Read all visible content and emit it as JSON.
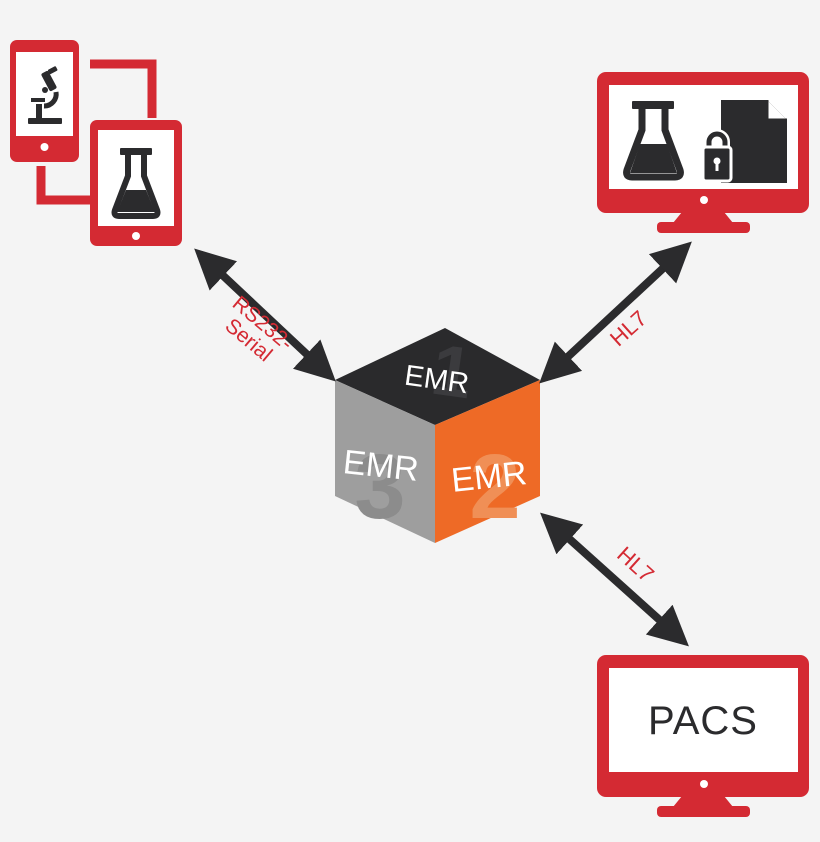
{
  "colors": {
    "background": "#f4f4f4",
    "device_red": "#d42a33",
    "icon_dark": "#2b2b2d",
    "screen_white": "#ffffff",
    "cube_top": "#2a2a2c",
    "cube_left": "#9e9e9e",
    "cube_right": "#ee6a26",
    "label_red": "#d42a33"
  },
  "cube": {
    "top_label": "EMR",
    "left_label": "EMR",
    "right_label": "EMR",
    "top_watermark": "1",
    "left_watermark": "3",
    "right_watermark": "2"
  },
  "devices": {
    "lab_mobile": {
      "phone_icon": "microscope-icon",
      "tablet_icon": "flask-icon"
    },
    "lab_monitor": {
      "icons": [
        "flask-icon",
        "locked-document-icon"
      ]
    },
    "pacs_monitor": {
      "label": "PACS"
    }
  },
  "connections": {
    "lab_mobile": {
      "label_line1": "RS232-",
      "label_line2": "Serial"
    },
    "lab_monitor": {
      "label": "HL7"
    },
    "pacs_monitor": {
      "label": "HL7"
    }
  }
}
